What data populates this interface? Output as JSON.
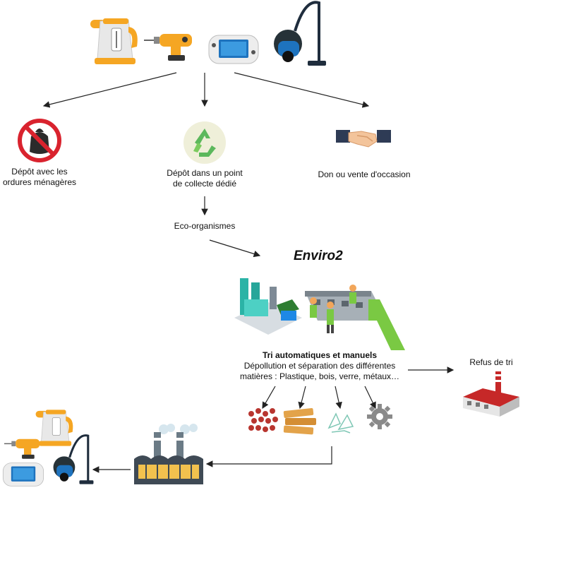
{
  "title": "Enviro2",
  "options": {
    "left": {
      "line1": "Dépôt avec les",
      "line2": "ordures ménagères"
    },
    "center": {
      "line1": "Dépôt dans un point",
      "line2": "de collecte dédié"
    },
    "right": "Don ou vente d'occasion"
  },
  "eco_organismes": "Eco-organismes",
  "sorting": {
    "heading": "Tri automatiques et manuels",
    "line1": "Dépollution et séparation des différentes",
    "line2": "matières : Plastique, bois, verre, métaux…"
  },
  "refuse": "Refus de tri",
  "colors": {
    "orange": "#F5A623",
    "recycle_green": "#5CB85C",
    "no_sign_red": "#D9232E",
    "factory_red": "#C62828",
    "console_blue": "#1E73BE",
    "belt_green": "#7AC943"
  }
}
